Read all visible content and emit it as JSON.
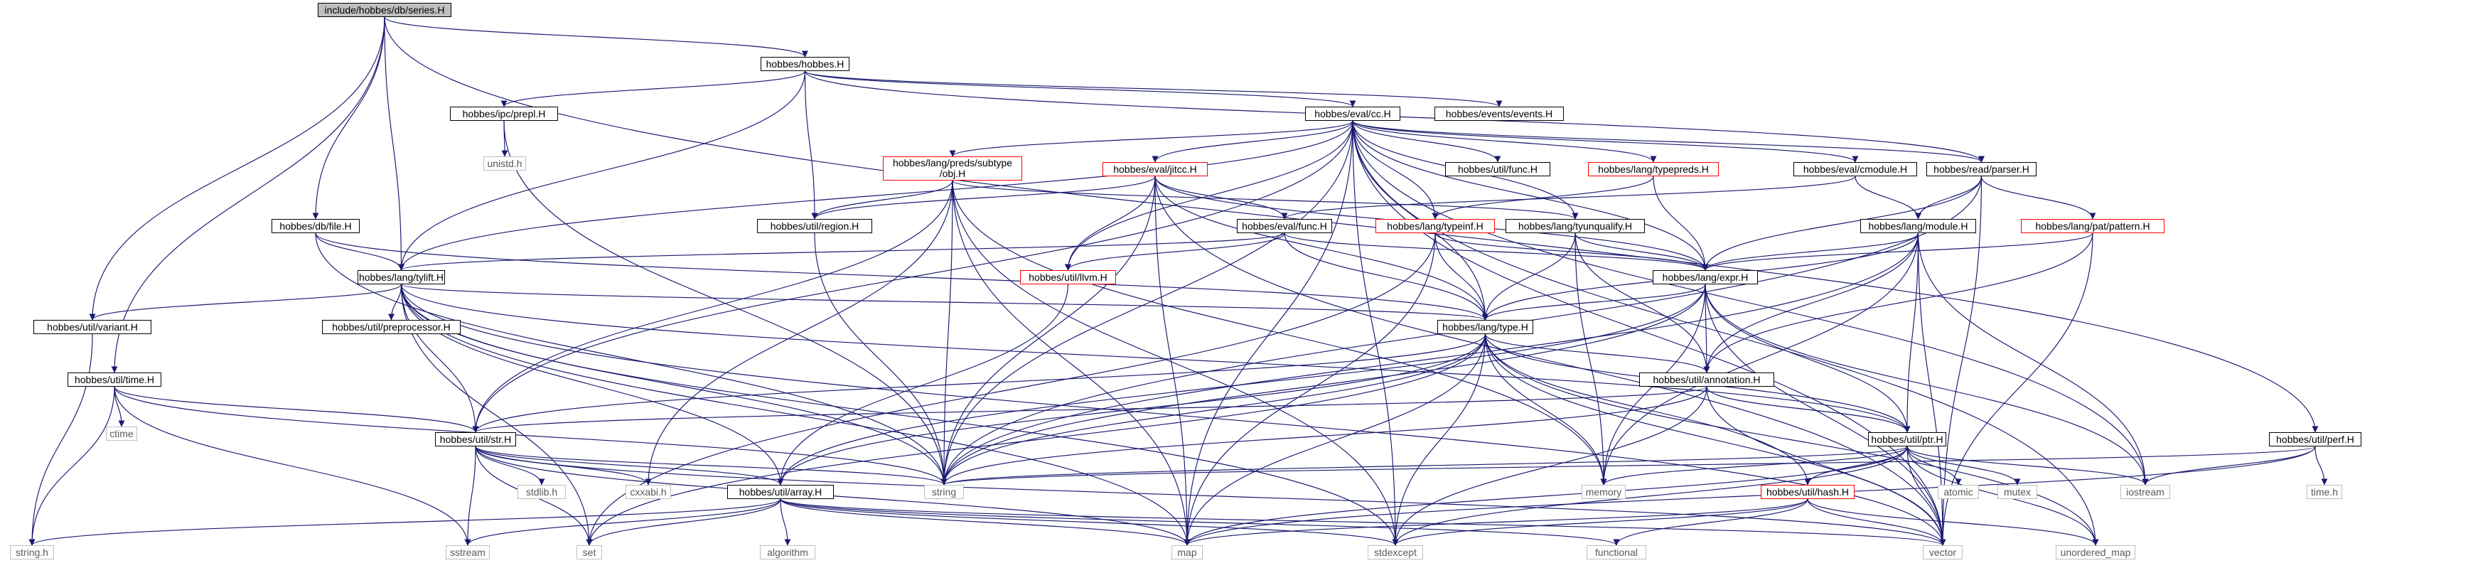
{
  "nodes": [
    {
      "id": "series",
      "label": "include/hobbes/db/series.H",
      "kind": "root"
    },
    {
      "id": "hobbes",
      "label": "hobbes/hobbes.H",
      "kind": "doc"
    },
    {
      "id": "prepl",
      "label": "hobbes/ipc/prepl.H",
      "kind": "doc"
    },
    {
      "id": "unistd",
      "label": "unistd.h",
      "kind": "sys"
    },
    {
      "id": "cc",
      "label": "hobbes/eval/cc.H",
      "kind": "doc"
    },
    {
      "id": "events",
      "label": "hobbes/events/events.H",
      "kind": "doc"
    },
    {
      "id": "subtype",
      "label": "hobbes/lang/preds/subtype\n/obj.H",
      "kind": "red"
    },
    {
      "id": "jitcc",
      "label": "hobbes/eval/jitcc.H",
      "kind": "red"
    },
    {
      "id": "ufunc",
      "label": "hobbes/util/func.H",
      "kind": "doc"
    },
    {
      "id": "typepreds",
      "label": "hobbes/lang/typepreds.H",
      "kind": "red"
    },
    {
      "id": "cmodule",
      "label": "hobbes/eval/cmodule.H",
      "kind": "doc"
    },
    {
      "id": "parser",
      "label": "hobbes/read/parser.H",
      "kind": "doc"
    },
    {
      "id": "dbfile",
      "label": "hobbes/db/file.H",
      "kind": "doc"
    },
    {
      "id": "region",
      "label": "hobbes/util/region.H",
      "kind": "doc"
    },
    {
      "id": "efunc",
      "label": "hobbes/eval/func.H",
      "kind": "doc"
    },
    {
      "id": "typeinf",
      "label": "hobbes/lang/typeinf.H",
      "kind": "red"
    },
    {
      "id": "tyunq",
      "label": "hobbes/lang/tyunqualify.H",
      "kind": "doc"
    },
    {
      "id": "module",
      "label": "hobbes/lang/module.H",
      "kind": "doc"
    },
    {
      "id": "pattern",
      "label": "hobbes/lang/pat/pattern.H",
      "kind": "red"
    },
    {
      "id": "tylift",
      "label": "hobbes/lang/tylift.H",
      "kind": "doc"
    },
    {
      "id": "llvm",
      "label": "hobbes/util/llvm.H",
      "kind": "red"
    },
    {
      "id": "expr",
      "label": "hobbes/lang/expr.H",
      "kind": "doc"
    },
    {
      "id": "variant",
      "label": "hobbes/util/variant.H",
      "kind": "doc"
    },
    {
      "id": "preproc",
      "label": "hobbes/util/preprocessor.H",
      "kind": "doc"
    },
    {
      "id": "type",
      "label": "hobbes/lang/type.H",
      "kind": "doc"
    },
    {
      "id": "time",
      "label": "hobbes/util/time.H",
      "kind": "doc"
    },
    {
      "id": "ctime",
      "label": "ctime",
      "kind": "sys"
    },
    {
      "id": "annot",
      "label": "hobbes/util/annotation.H",
      "kind": "doc"
    },
    {
      "id": "perf",
      "label": "hobbes/util/perf.H",
      "kind": "doc"
    },
    {
      "id": "str",
      "label": "hobbes/util/str.H",
      "kind": "doc"
    },
    {
      "id": "ptr",
      "label": "hobbes/util/ptr.H",
      "kind": "doc"
    },
    {
      "id": "stdlib",
      "label": "stdlib.h",
      "kind": "sys"
    },
    {
      "id": "cxxabi",
      "label": "cxxabi.h",
      "kind": "sys"
    },
    {
      "id": "string",
      "label": "string",
      "kind": "sys"
    },
    {
      "id": "memory",
      "label": "memory",
      "kind": "sys"
    },
    {
      "id": "atomic",
      "label": "atomic",
      "kind": "sys"
    },
    {
      "id": "mutex",
      "label": "mutex",
      "kind": "sys"
    },
    {
      "id": "iostream",
      "label": "iostream",
      "kind": "sys"
    },
    {
      "id": "timeh",
      "label": "time.h",
      "kind": "sys"
    },
    {
      "id": "array",
      "label": "hobbes/util/array.H",
      "kind": "doc"
    },
    {
      "id": "hash",
      "label": "hobbes/util/hash.H",
      "kind": "red"
    },
    {
      "id": "stringh",
      "label": "string.h",
      "kind": "sys"
    },
    {
      "id": "sstream",
      "label": "sstream",
      "kind": "sys"
    },
    {
      "id": "set",
      "label": "set",
      "kind": "sys"
    },
    {
      "id": "algorithm",
      "label": "algorithm",
      "kind": "sys"
    },
    {
      "id": "map",
      "label": "map",
      "kind": "sys"
    },
    {
      "id": "stdexcept",
      "label": "stdexcept",
      "kind": "sys"
    },
    {
      "id": "functional",
      "label": "functional",
      "kind": "sys"
    },
    {
      "id": "vector",
      "label": "vector",
      "kind": "sys"
    },
    {
      "id": "umap",
      "label": "unordered_map",
      "kind": "sys"
    }
  ],
  "edges": [
    [
      "series",
      "hobbes"
    ],
    [
      "series",
      "dbfile"
    ],
    [
      "series",
      "tylift"
    ],
    [
      "series",
      "variant"
    ],
    [
      "series",
      "time"
    ],
    [
      "series",
      "perf"
    ],
    [
      "hobbes",
      "prepl"
    ],
    [
      "hobbes",
      "cc"
    ],
    [
      "hobbes",
      "events"
    ],
    [
      "hobbes",
      "parser"
    ],
    [
      "hobbes",
      "region"
    ],
    [
      "hobbes",
      "tylift"
    ],
    [
      "prepl",
      "unistd"
    ],
    [
      "prepl",
      "string"
    ],
    [
      "cc",
      "subtype"
    ],
    [
      "cc",
      "jitcc"
    ],
    [
      "cc",
      "ufunc"
    ],
    [
      "cc",
      "typepreds"
    ],
    [
      "cc",
      "cmodule"
    ],
    [
      "cc",
      "parser"
    ],
    [
      "cc",
      "typeinf"
    ],
    [
      "cc",
      "tyunq"
    ],
    [
      "cc",
      "expr"
    ],
    [
      "cc",
      "type"
    ],
    [
      "cc",
      "llvm"
    ],
    [
      "cc",
      "tylift"
    ],
    [
      "cc",
      "str"
    ],
    [
      "cc",
      "string"
    ],
    [
      "cc",
      "stdexcept"
    ],
    [
      "cc",
      "map"
    ],
    [
      "cc",
      "iostream"
    ],
    [
      "cc",
      "vector"
    ],
    [
      "cc",
      "umap"
    ],
    [
      "subtype",
      "region"
    ],
    [
      "subtype",
      "str"
    ],
    [
      "subtype",
      "cxxabi"
    ],
    [
      "subtype",
      "string"
    ],
    [
      "subtype",
      "map"
    ],
    [
      "subtype",
      "memory"
    ],
    [
      "subtype",
      "stdexcept"
    ],
    [
      "subtype",
      "tyunq"
    ],
    [
      "jitcc",
      "efunc"
    ],
    [
      "jitcc",
      "llvm"
    ],
    [
      "jitcc",
      "region"
    ],
    [
      "jitcc",
      "type"
    ],
    [
      "jitcc",
      "expr"
    ],
    [
      "jitcc",
      "string"
    ],
    [
      "jitcc",
      "map"
    ],
    [
      "jitcc",
      "vector"
    ],
    [
      "typepreds",
      "typeinf"
    ],
    [
      "typepreds",
      "expr"
    ],
    [
      "cmodule",
      "module"
    ],
    [
      "cmodule",
      "efunc"
    ],
    [
      "parser",
      "module"
    ],
    [
      "parser",
      "pattern"
    ],
    [
      "parser",
      "expr"
    ],
    [
      "parser",
      "string"
    ],
    [
      "parser",
      "vector"
    ],
    [
      "dbfile",
      "tylift"
    ],
    [
      "dbfile",
      "type"
    ],
    [
      "dbfile",
      "string"
    ],
    [
      "region",
      "string"
    ],
    [
      "efunc",
      "expr"
    ],
    [
      "efunc",
      "type"
    ],
    [
      "efunc",
      "llvm"
    ],
    [
      "efunc",
      "tylift"
    ],
    [
      "typeinf",
      "expr"
    ],
    [
      "typeinf",
      "type"
    ],
    [
      "typeinf",
      "map"
    ],
    [
      "typeinf",
      "set"
    ],
    [
      "tyunq",
      "expr"
    ],
    [
      "tyunq",
      "type"
    ],
    [
      "tyunq",
      "annot"
    ],
    [
      "tyunq",
      "memory"
    ],
    [
      "module",
      "expr"
    ],
    [
      "module",
      "type"
    ],
    [
      "module",
      "annot"
    ],
    [
      "module",
      "ptr"
    ],
    [
      "module",
      "string"
    ],
    [
      "module",
      "memory"
    ],
    [
      "module",
      "iostream"
    ],
    [
      "module",
      "vector"
    ],
    [
      "pattern",
      "expr"
    ],
    [
      "pattern",
      "annot"
    ],
    [
      "pattern",
      "vector"
    ],
    [
      "tylift",
      "type"
    ],
    [
      "tylift",
      "variant"
    ],
    [
      "tylift",
      "preproc"
    ],
    [
      "tylift",
      "str"
    ],
    [
      "tylift",
      "array"
    ],
    [
      "tylift",
      "ptr"
    ],
    [
      "tylift",
      "string"
    ],
    [
      "tylift",
      "map"
    ],
    [
      "tylift",
      "vector"
    ],
    [
      "tylift",
      "stdexcept"
    ],
    [
      "tylift",
      "set"
    ],
    [
      "llvm",
      "array"
    ],
    [
      "expr",
      "type"
    ],
    [
      "expr",
      "annot"
    ],
    [
      "expr",
      "ptr"
    ],
    [
      "expr",
      "string"
    ],
    [
      "expr",
      "memory"
    ],
    [
      "expr",
      "iostream"
    ],
    [
      "expr",
      "vector"
    ],
    [
      "expr",
      "array"
    ],
    [
      "variant",
      "stringh"
    ],
    [
      "type",
      "annot"
    ],
    [
      "type",
      "ptr"
    ],
    [
      "type",
      "hash"
    ],
    [
      "type",
      "str"
    ],
    [
      "type",
      "array"
    ],
    [
      "type",
      "string"
    ],
    [
      "type",
      "memory"
    ],
    [
      "type",
      "map"
    ],
    [
      "type",
      "set"
    ],
    [
      "type",
      "stdexcept"
    ],
    [
      "type",
      "vector"
    ],
    [
      "type",
      "umap"
    ],
    [
      "time",
      "ctime"
    ],
    [
      "time",
      "str"
    ],
    [
      "time",
      "string"
    ],
    [
      "time",
      "stringh"
    ],
    [
      "time",
      "sstream"
    ],
    [
      "annot",
      "ptr"
    ],
    [
      "annot",
      "str"
    ],
    [
      "annot",
      "string"
    ],
    [
      "annot",
      "vector"
    ],
    [
      "annot",
      "stdexcept"
    ],
    [
      "perf",
      "iostream"
    ],
    [
      "perf",
      "timeh"
    ],
    [
      "perf",
      "string"
    ],
    [
      "perf",
      "map"
    ],
    [
      "str",
      "stdlib"
    ],
    [
      "str",
      "cxxabi"
    ],
    [
      "str",
      "string"
    ],
    [
      "str",
      "array"
    ],
    [
      "str",
      "sstream"
    ],
    [
      "str",
      "set"
    ],
    [
      "str",
      "map"
    ],
    [
      "str",
      "vector"
    ],
    [
      "ptr",
      "string"
    ],
    [
      "ptr",
      "memory"
    ],
    [
      "ptr",
      "atomic"
    ],
    [
      "ptr",
      "mutex"
    ],
    [
      "ptr",
      "iostream"
    ],
    [
      "ptr",
      "hash"
    ],
    [
      "ptr",
      "vector"
    ],
    [
      "ptr",
      "map"
    ],
    [
      "ptr",
      "umap"
    ],
    [
      "ptr",
      "stdexcept"
    ],
    [
      "array",
      "stringh"
    ],
    [
      "array",
      "sstream"
    ],
    [
      "array",
      "set"
    ],
    [
      "array",
      "algorithm"
    ],
    [
      "array",
      "map"
    ],
    [
      "array",
      "stdexcept"
    ],
    [
      "array",
      "functional"
    ],
    [
      "array",
      "vector"
    ],
    [
      "hash",
      "functional"
    ],
    [
      "hash",
      "vector"
    ],
    [
      "hash",
      "umap"
    ],
    [
      "hash",
      "stdexcept"
    ],
    [
      "hash",
      "map"
    ]
  ]
}
